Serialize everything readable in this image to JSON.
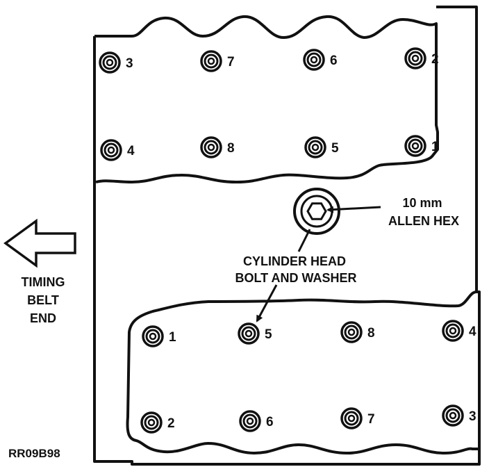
{
  "upper_head_bolts": [
    {
      "number": "3"
    },
    {
      "number": "7"
    },
    {
      "number": "6"
    },
    {
      "number": "2"
    },
    {
      "number": "4"
    },
    {
      "number": "8"
    },
    {
      "number": "5"
    },
    {
      "number": "1"
    }
  ],
  "lower_head_bolts": [
    {
      "number": "1"
    },
    {
      "number": "5"
    },
    {
      "number": "8"
    },
    {
      "number": "4"
    },
    {
      "number": "2"
    },
    {
      "number": "6"
    },
    {
      "number": "7"
    },
    {
      "number": "3"
    }
  ],
  "callouts": {
    "allen_hex_line1": "10 mm",
    "allen_hex_line2": "ALLEN HEX",
    "bolt_line1": "CYLINDER HEAD",
    "bolt_line2": "BOLT AND WASHER"
  },
  "timing_belt": {
    "line1": "TIMING",
    "line2": "BELT",
    "line3": "END",
    "arrow_icon": "left-arrow-icon"
  },
  "figure_code": "RR09B98"
}
